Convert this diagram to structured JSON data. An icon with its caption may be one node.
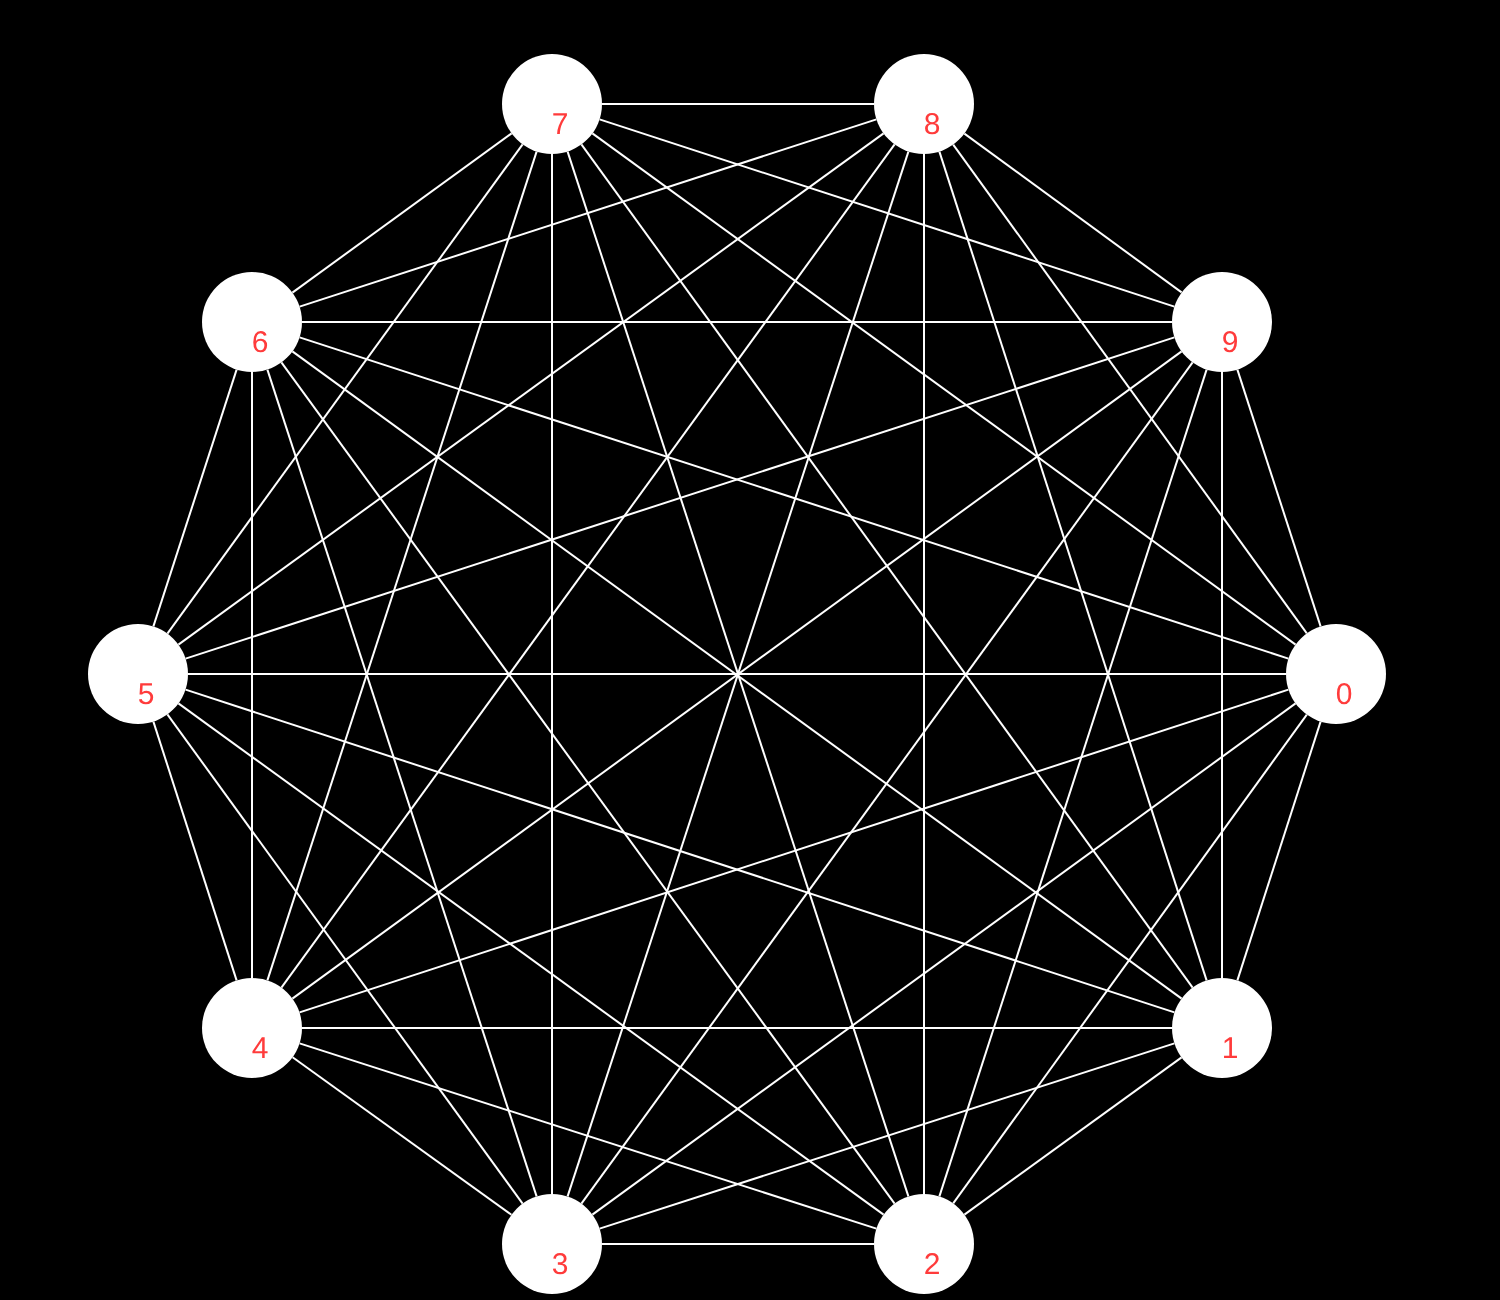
{
  "diagram": {
    "nodes": [
      {
        "text": [
          "0"
        ]
      },
      {
        "text": [
          "1"
        ]
      },
      {
        "text": [
          "2"
        ]
      },
      {
        "text": [
          "3"
        ]
      },
      {
        "text": [
          "4"
        ]
      },
      {
        "text": [
          "5"
        ]
      },
      {
        "text": [
          "6"
        ]
      },
      {
        "text": [
          "7"
        ]
      },
      {
        "text": [
          "8"
        ]
      },
      {
        "text": [
          "9"
        ]
      }
    ],
    "edges": [
      {
        "from": 0,
        "to": 1,
        "arrow": "none"
      },
      {
        "from": 0,
        "to": 2,
        "arrow": "none"
      },
      {
        "from": 0,
        "to": 3,
        "arrow": "none"
      },
      {
        "from": 0,
        "to": 4,
        "arrow": "none"
      },
      {
        "from": 0,
        "to": 5,
        "arrow": "none"
      },
      {
        "from": 0,
        "to": 6,
        "arrow": "none"
      },
      {
        "from": 0,
        "to": 7,
        "arrow": "none"
      },
      {
        "from": 0,
        "to": 8,
        "arrow": "none"
      },
      {
        "from": 0,
        "to": 9,
        "arrow": "none"
      },
      {
        "from": 1,
        "to": 2,
        "arrow": "none"
      },
      {
        "from": 1,
        "to": 3,
        "arrow": "none"
      },
      {
        "from": 1,
        "to": 4,
        "arrow": "none"
      },
      {
        "from": 1,
        "to": 5,
        "arrow": "none"
      },
      {
        "from": 1,
        "to": 6,
        "arrow": "none"
      },
      {
        "from": 1,
        "to": 7,
        "arrow": "none"
      },
      {
        "from": 1,
        "to": 8,
        "arrow": "none"
      },
      {
        "from": 1,
        "to": 9,
        "arrow": "none"
      },
      {
        "from": 2,
        "to": 3,
        "arrow": "none"
      },
      {
        "from": 2,
        "to": 4,
        "arrow": "none"
      },
      {
        "from": 2,
        "to": 5,
        "arrow": "none"
      },
      {
        "from": 2,
        "to": 6,
        "arrow": "none"
      },
      {
        "from": 2,
        "to": 7,
        "arrow": "none"
      },
      {
        "from": 2,
        "to": 8,
        "arrow": "none"
      },
      {
        "from": 2,
        "to": 9,
        "arrow": "none"
      },
      {
        "from": 3,
        "to": 4,
        "arrow": "none"
      },
      {
        "from": 3,
        "to": 5,
        "arrow": "none"
      },
      {
        "from": 3,
        "to": 6,
        "arrow": "none"
      },
      {
        "from": 3,
        "to": 7,
        "arrow": "none"
      },
      {
        "from": 3,
        "to": 8,
        "arrow": "none"
      },
      {
        "from": 3,
        "to": 9,
        "arrow": "none"
      },
      {
        "from": 4,
        "to": 5,
        "arrow": "none"
      },
      {
        "from": 4,
        "to": 6,
        "arrow": "none"
      },
      {
        "from": 4,
        "to": 7,
        "arrow": "none"
      },
      {
        "from": 4,
        "to": 8,
        "arrow": "none"
      },
      {
        "from": 4,
        "to": 9,
        "arrow": "none"
      },
      {
        "from": 5,
        "to": 6,
        "arrow": "none"
      },
      {
        "from": 5,
        "to": 7,
        "arrow": "none"
      },
      {
        "from": 5,
        "to": 8,
        "arrow": "none"
      },
      {
        "from": 5,
        "to": 9,
        "arrow": "none"
      },
      {
        "from": 6,
        "to": 7,
        "arrow": "none"
      },
      {
        "from": 6,
        "to": 8,
        "arrow": "none"
      },
      {
        "from": 6,
        "to": 9,
        "arrow": "none"
      },
      {
        "from": 7,
        "to": 8,
        "arrow": "none"
      },
      {
        "from": 7,
        "to": 9,
        "arrow": "none"
      },
      {
        "from": 8,
        "to": 9,
        "arrow": "none"
      }
    ]
  }
}
